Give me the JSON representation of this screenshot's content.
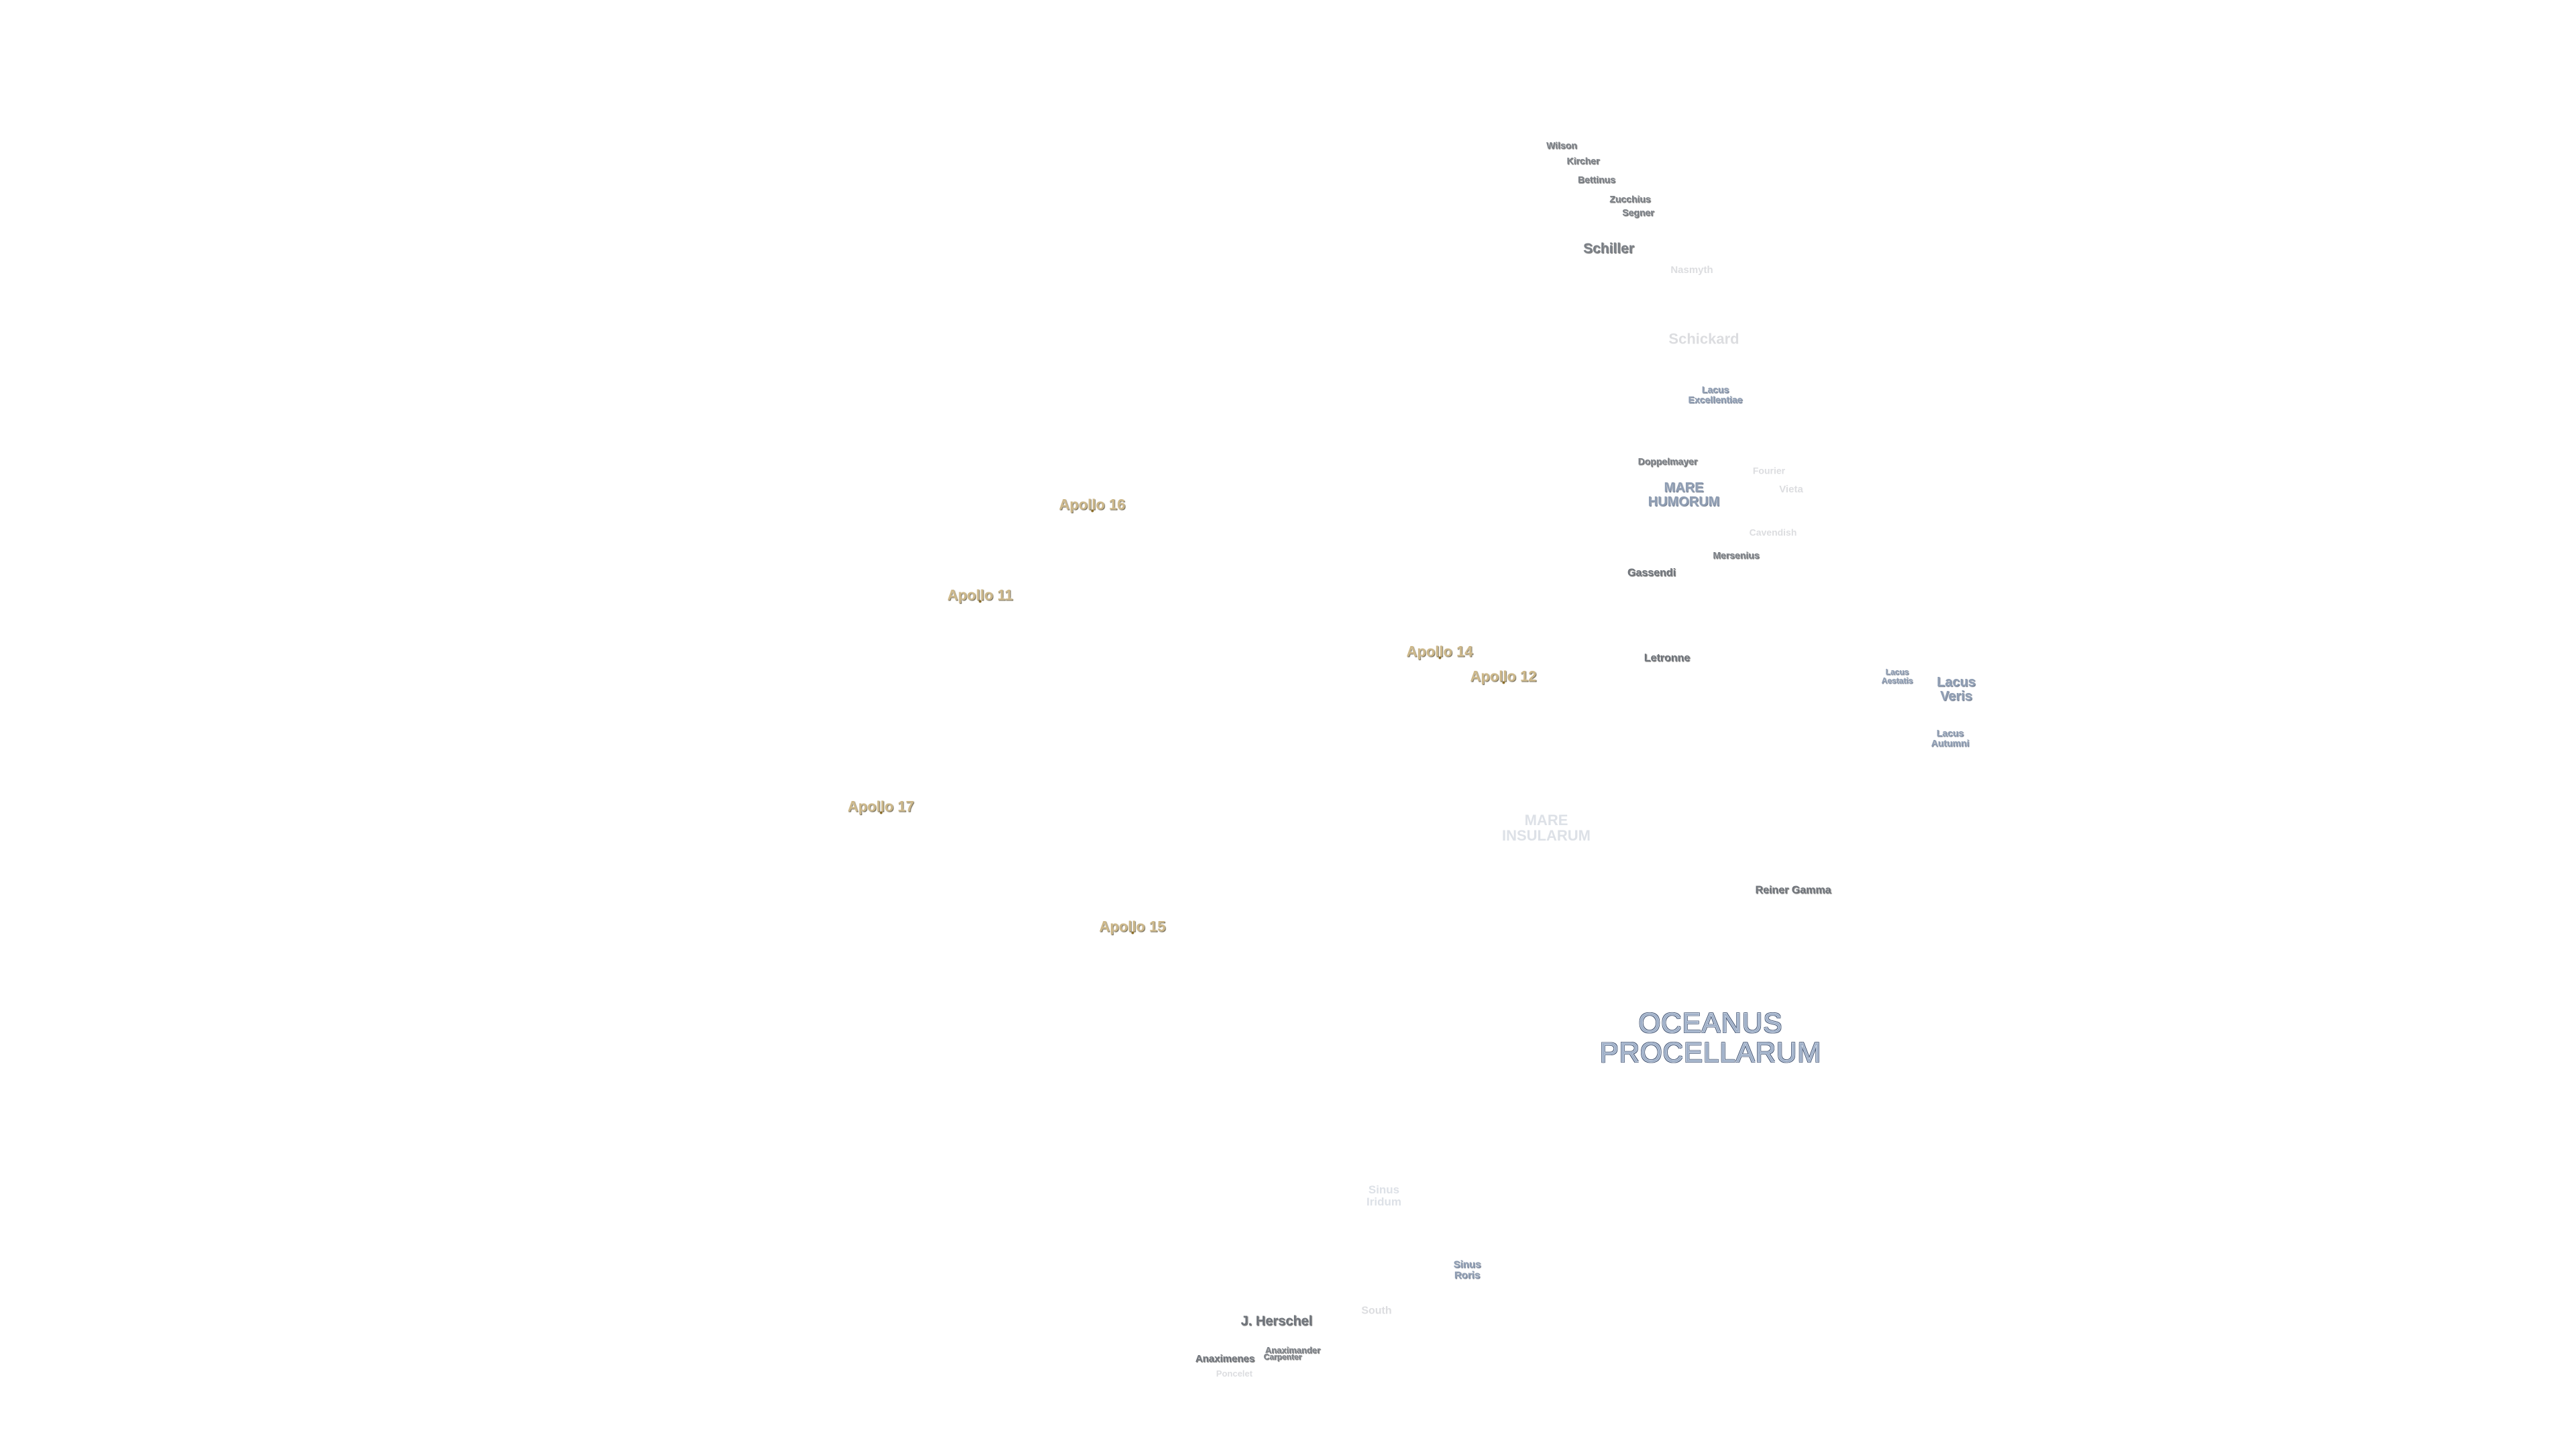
{
  "map": {
    "craters": [
      {
        "id": "wilson",
        "name": "Wilson"
      },
      {
        "id": "kircher",
        "name": "Kircher"
      },
      {
        "id": "bettinus",
        "name": "Bettinus"
      },
      {
        "id": "zucchius",
        "name": "Zucchius"
      },
      {
        "id": "segner",
        "name": "Segner"
      },
      {
        "id": "schiller",
        "name": "Schiller"
      },
      {
        "id": "nasmyth",
        "name": "Nasmyth"
      },
      {
        "id": "schickard",
        "name": "Schickard"
      },
      {
        "id": "doppelmayer",
        "name": "Doppelmayer"
      },
      {
        "id": "fourier",
        "name": "Fourier"
      },
      {
        "id": "vieta",
        "name": "Vieta"
      },
      {
        "id": "cavendish",
        "name": "Cavendish"
      },
      {
        "id": "mersenius",
        "name": "Mersenius"
      },
      {
        "id": "gassendi",
        "name": "Gassendi"
      },
      {
        "id": "letronne",
        "name": "Letronne"
      },
      {
        "id": "reiner-gamma",
        "name": "Reiner Gamma"
      },
      {
        "id": "south",
        "name": "South"
      },
      {
        "id": "j-herschel",
        "name": "J. Herschel"
      },
      {
        "id": "anaximander",
        "name": "Anaximander"
      },
      {
        "id": "anaximenes",
        "name": "Anaximenes"
      },
      {
        "id": "carpenter",
        "name": "Carpenter"
      },
      {
        "id": "poncelet",
        "name": "Poncelet"
      }
    ],
    "seas": [
      {
        "id": "lacus-excellentiae",
        "name": "Lacus\nExcellentiae"
      },
      {
        "id": "mare-humorum",
        "name": "MARE\nHUMORUM"
      },
      {
        "id": "lacus-aestatis",
        "name": "Lacus\nAestatis"
      },
      {
        "id": "lacus-veris",
        "name": "Lacus\nVeris"
      },
      {
        "id": "lacus-autumni",
        "name": "Lacus\nAutumni"
      },
      {
        "id": "mare-insularum",
        "name": "MARE\nINSULARUM"
      },
      {
        "id": "oceanus-procellarum",
        "name": "OCEANUS\nPROCELLARUM"
      },
      {
        "id": "sinus-iridum",
        "name": "Sinus\nIridum"
      },
      {
        "id": "sinus-roris",
        "name": "Sinus\nRoris"
      }
    ],
    "apollo_sites": [
      {
        "id": "apollo-16",
        "name": "Apollo 16"
      },
      {
        "id": "apollo-11",
        "name": "Apollo 11"
      },
      {
        "id": "apollo-14",
        "name": "Apollo 14"
      },
      {
        "id": "apollo-12",
        "name": "Apollo 12"
      },
      {
        "id": "apollo-17",
        "name": "Apollo 17"
      },
      {
        "id": "apollo-15",
        "name": "Apollo 15"
      }
    ],
    "colors": {
      "background": "#ffffff",
      "crater_label": "#7a7f86",
      "sea_label": "#8e9db3",
      "apollo_label": "#cdb88a",
      "faint_label": "#dcdde0"
    }
  }
}
